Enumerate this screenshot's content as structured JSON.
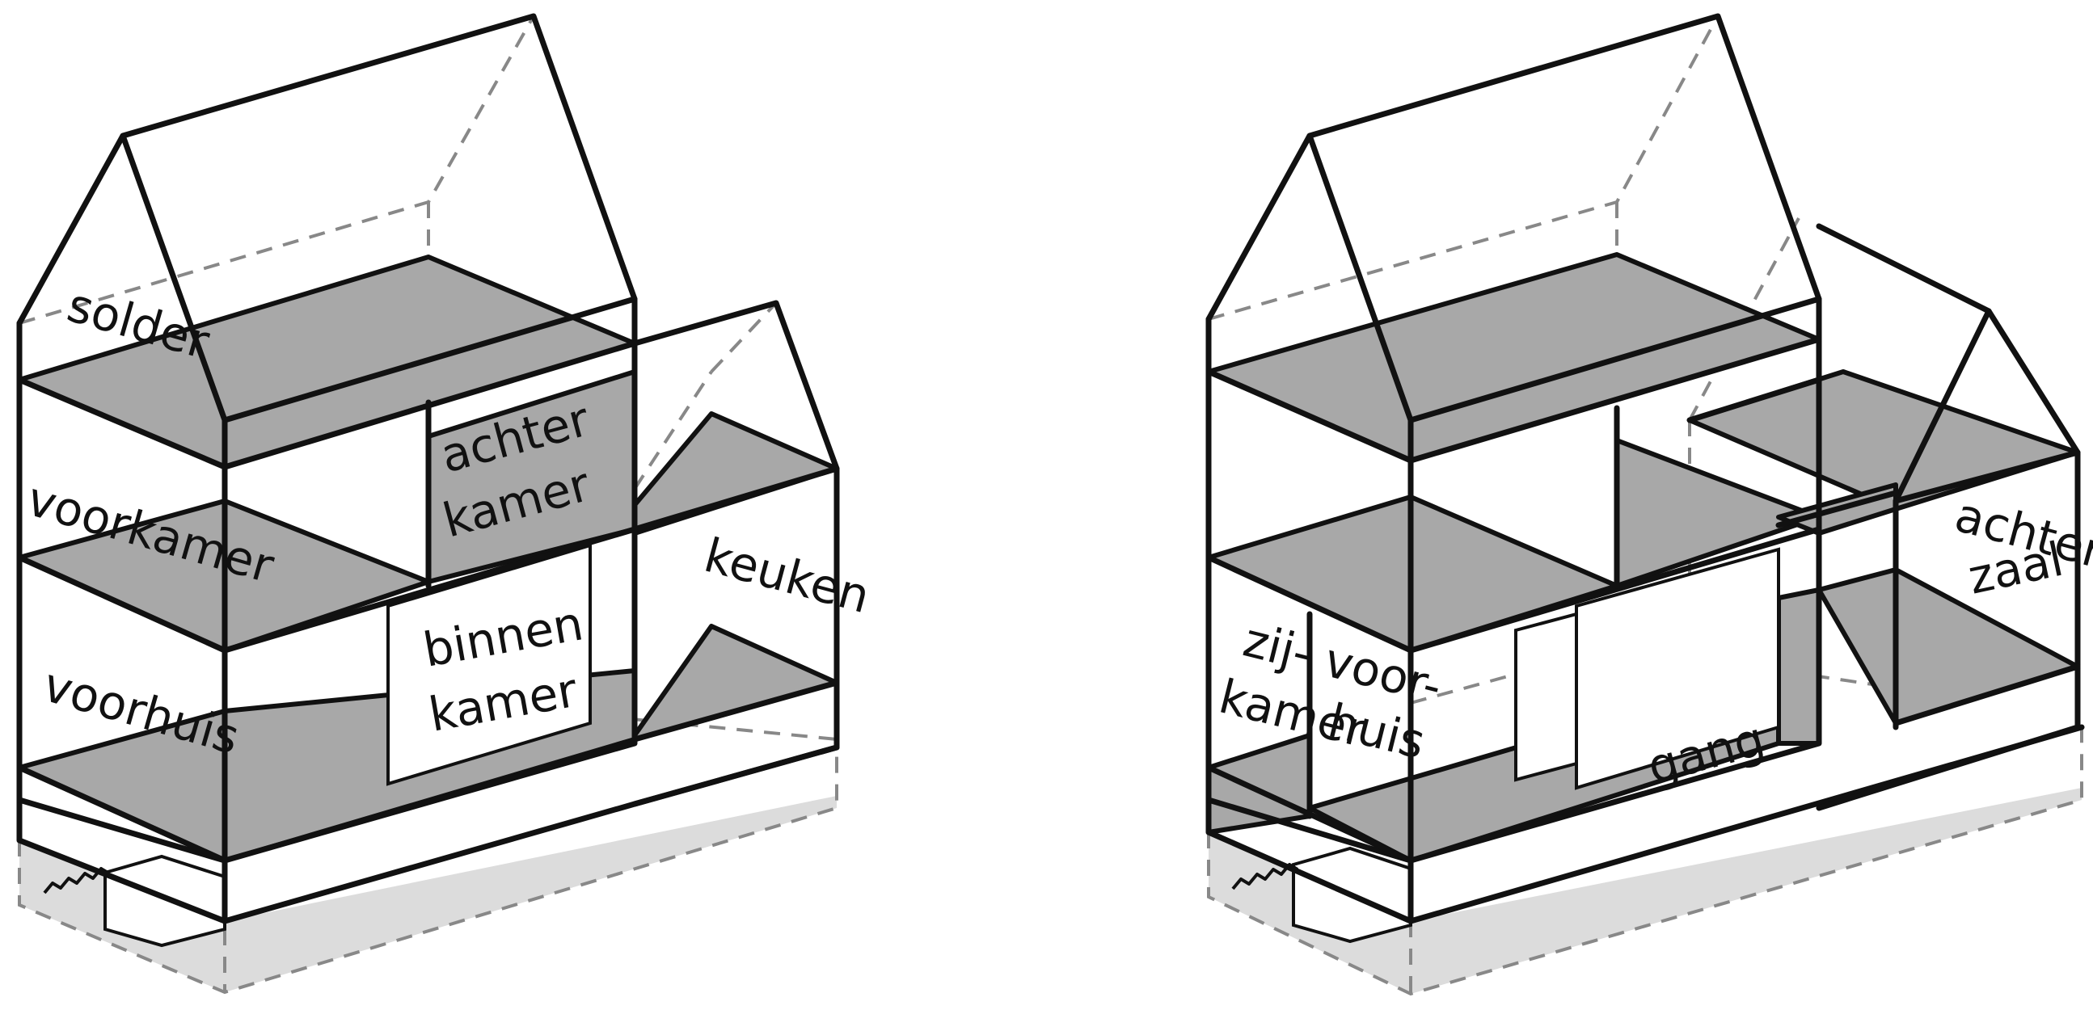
{
  "colors": {
    "floor": "#a8a8a8",
    "shadow": "#dcdcdc",
    "line": "#111111",
    "hidden_line": "#888888"
  },
  "left_house": {
    "labels": {
      "solder": "solder",
      "voorkamer": "voorkamer",
      "achter": "achter",
      "kamer_achter": "kamer",
      "keuken": "keuken",
      "binnen": "binnen",
      "kamer_binnen": "kamer",
      "voorhuis": "voorhuis"
    }
  },
  "right_house": {
    "labels": {
      "achter": "achter",
      "zaal": "zaal",
      "zij": "zij-",
      "kamer_zij": "kamer",
      "voor": "voor-",
      "huis": "huis",
      "gang": "gang"
    }
  }
}
